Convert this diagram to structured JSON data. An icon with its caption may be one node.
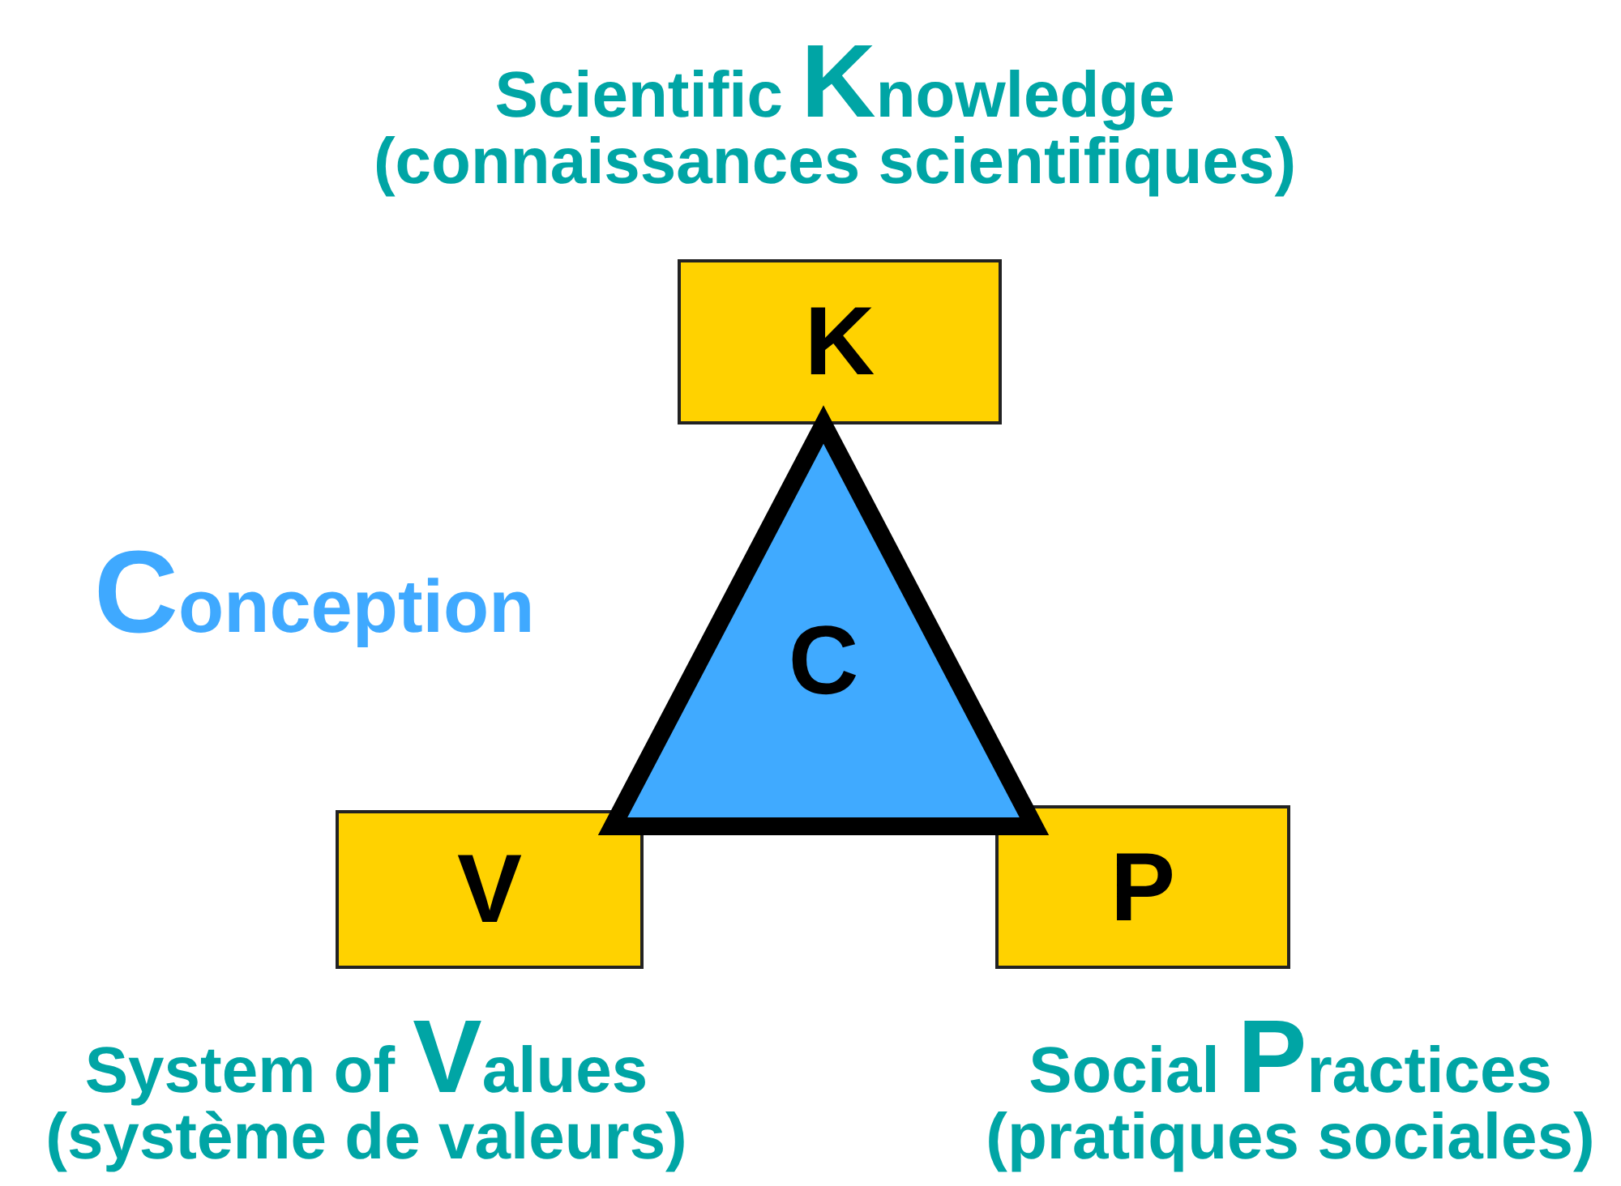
{
  "diagram": {
    "nodes": [
      {
        "text": [
          "K"
        ],
        "beside": [
          "Scientific Knowledge",
          "(connaissances scientifiques)"
        ]
      },
      {
        "text": [
          "C"
        ]
      },
      {
        "text": [
          "V"
        ],
        "beside": [
          "System of Values",
          "(système de valeurs)"
        ]
      },
      {
        "text": [
          "P"
        ],
        "beside": [
          "Social Practices",
          "(pratiques sociales)"
        ]
      }
    ],
    "edges": [],
    "labels": [
      "Conception"
    ]
  }
}
